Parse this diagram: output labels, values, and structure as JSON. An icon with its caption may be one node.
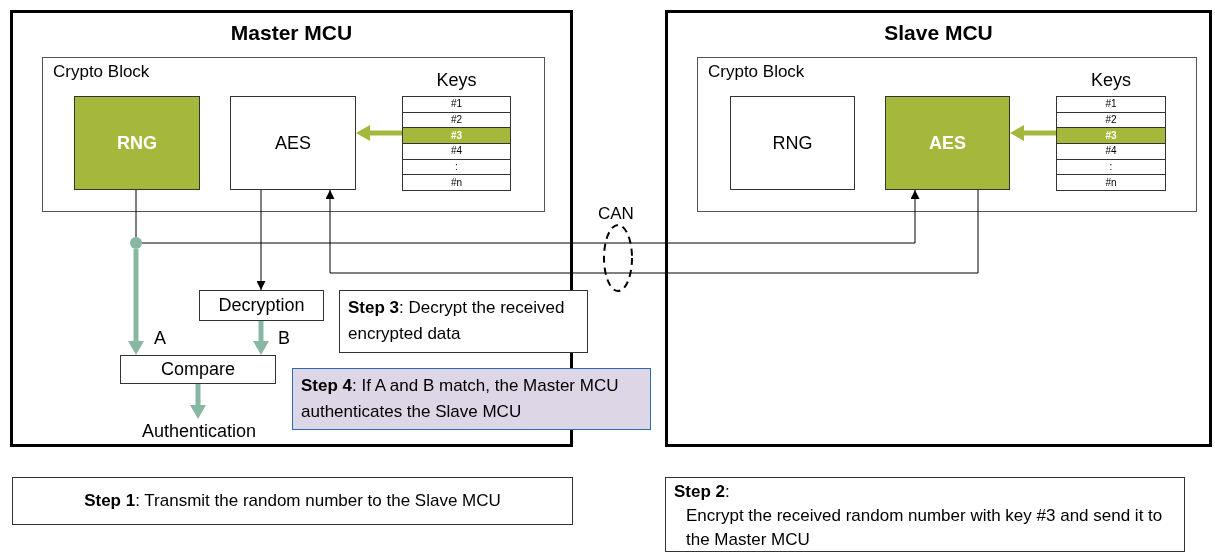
{
  "diagram": {
    "nodes": [
      {
        "text": [
          "Master MCU"
        ]
      },
      {
        "text": [
          "Crypto Block"
        ],
        "in": 0
      },
      {
        "text": [
          "RNG"
        ],
        "in": 1
      },
      {
        "text": [
          "AES"
        ],
        "in": 1
      },
      {
        "text": [
          "Keys"
        ],
        "in": 1
      },
      {
        "text": [
          "#1"
        ],
        "in": 4
      },
      {
        "text": [
          "#2"
        ],
        "in": 4
      },
      {
        "text": [
          "#3"
        ],
        "in": 4
      },
      {
        "text": [
          "#4"
        ],
        "in": 4
      },
      {
        "text": [
          ":"
        ],
        "in": 4
      },
      {
        "text": [
          "#n"
        ],
        "in": 4
      },
      {
        "text": [
          "Decryption"
        ],
        "in": 0
      },
      {
        "text": [
          "Compare"
        ],
        "in": 0
      },
      {
        "text": [
          "Authentication"
        ],
        "in": 0
      },
      {
        "text": [
          "**Step 3**: Decrypt the received encrypted data"
        ]
      },
      {
        "text": [
          "**Step 4**: If A and B match, the Master MCU authenticates the Slave MCU"
        ]
      },
      {
        "text": [],
        "shape": "circle",
        "in": 0
      },
      {
        "text": [
          "Slave MCU"
        ]
      },
      {
        "text": [
          "Crypto Block"
        ],
        "in": 17
      },
      {
        "text": [
          "RNG"
        ],
        "in": 18
      },
      {
        "text": [
          "AES"
        ],
        "in": 18
      },
      {
        "text": [
          "Keys"
        ],
        "in": 18
      },
      {
        "text": [
          "#1"
        ],
        "in": 21
      },
      {
        "text": [
          "#2"
        ],
        "in": 21
      },
      {
        "text": [
          "#3"
        ],
        "in": 21
      },
      {
        "text": [
          "#4"
        ],
        "in": 21
      },
      {
        "text": [
          ":"
        ],
        "in": 21
      },
      {
        "text": [
          "#n"
        ],
        "in": 21
      },
      {
        "text": [
          "**Step 1**: Transmit the random number to the Slave MCU"
        ]
      },
      {
        "text": [
          "**Step 2**:",
          "Encrypt the received random number with key #3 and send it to the Master MCU"
        ]
      }
    ],
    "edges": [
      {
        "from": 2,
        "to": 16,
        "arrow": "none"
      },
      {
        "from": 16,
        "to": 12,
        "arrow": "to",
        "label": "A",
        "style": "thick",
        "color": "#88b8a4"
      },
      {
        "from": 16,
        "to": 20,
        "arrow": "to"
      },
      {
        "from": 20,
        "to": 3,
        "arrow": "to"
      },
      {
        "from": 3,
        "to": 11,
        "arrow": "to"
      },
      {
        "from": 11,
        "to": 12,
        "arrow": "to",
        "label": "B",
        "style": "thick",
        "color": "#88b8a4"
      },
      {
        "from": 12,
        "to": 13,
        "arrow": "to",
        "style": "thick",
        "color": "#88b8a4"
      },
      {
        "from": 7,
        "to": 3,
        "arrow": "to",
        "style": "thick",
        "color": "#a5b83c"
      },
      {
        "from": 24,
        "to": 20,
        "arrow": "to",
        "style": "thick",
        "color": "#a5b83c"
      }
    ],
    "labels": [
      "CAN"
    ]
  }
}
